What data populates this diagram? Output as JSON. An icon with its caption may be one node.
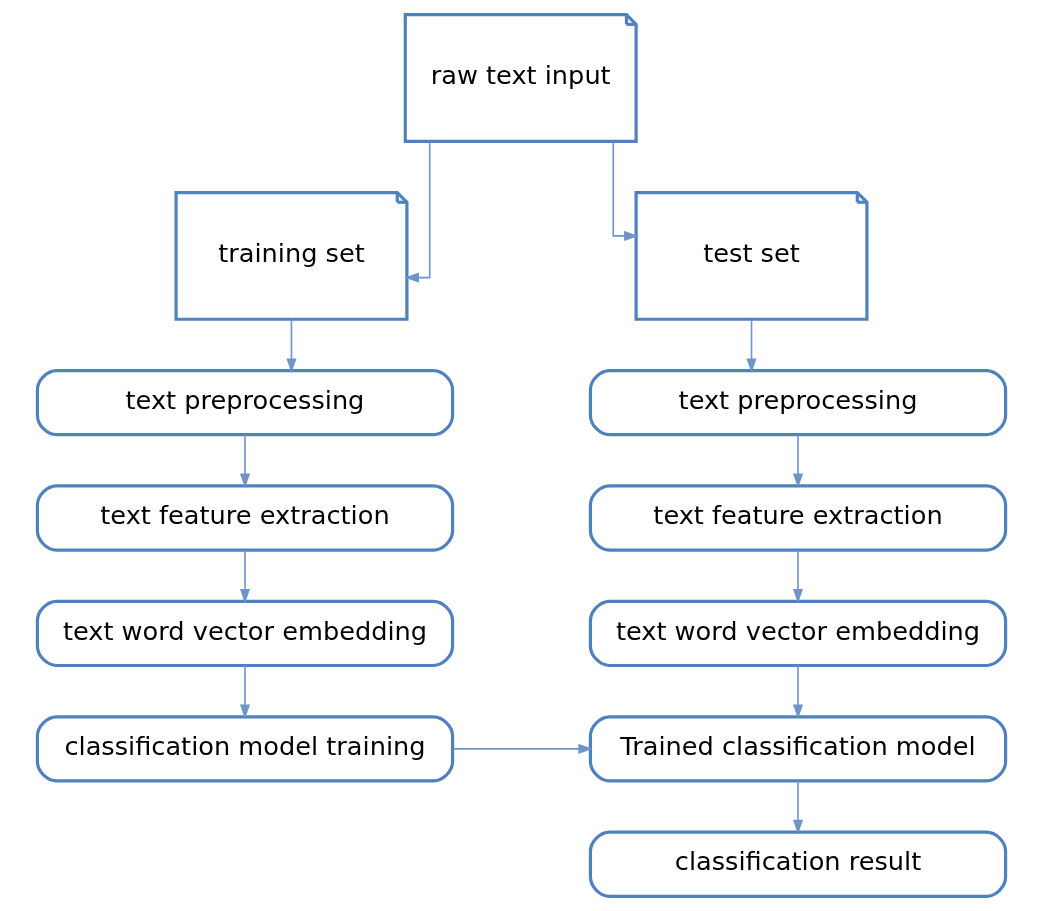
{
  "diagram": {
    "nodes": [
      {
        "text": [
          "raw text input"
        ]
      },
      {
        "text": [
          "training set"
        ]
      },
      {
        "text": [
          "test set"
        ]
      },
      {
        "text": [
          "text preprocessing"
        ]
      },
      {
        "text": [
          "text feature extraction"
        ]
      },
      {
        "text": [
          "text word vector embedding"
        ]
      },
      {
        "text": [
          "classification model training"
        ]
      },
      {
        "text": [
          "text preprocessing"
        ]
      },
      {
        "text": [
          "text feature extraction"
        ]
      },
      {
        "text": [
          "text word vector embedding"
        ]
      },
      {
        "text": [
          "Trained classification model"
        ]
      },
      {
        "text": [
          "classification result"
        ]
      }
    ],
    "edges": [
      {
        "from": 0,
        "to": 1,
        "arrow": "to"
      },
      {
        "from": 0,
        "to": 2,
        "arrow": "to"
      },
      {
        "from": 1,
        "to": 3,
        "arrow": "to"
      },
      {
        "from": 3,
        "to": 4,
        "arrow": "to"
      },
      {
        "from": 4,
        "to": 5,
        "arrow": "to"
      },
      {
        "from": 5,
        "to": 6,
        "arrow": "to"
      },
      {
        "from": 2,
        "to": 7,
        "arrow": "to"
      },
      {
        "from": 7,
        "to": 8,
        "arrow": "to"
      },
      {
        "from": 8,
        "to": 9,
        "arrow": "to"
      },
      {
        "from": 9,
        "to": 10,
        "arrow": "to"
      },
      {
        "from": 6,
        "to": 10,
        "arrow": "to"
      },
      {
        "from": 10,
        "to": 11,
        "arrow": "to"
      }
    ]
  }
}
